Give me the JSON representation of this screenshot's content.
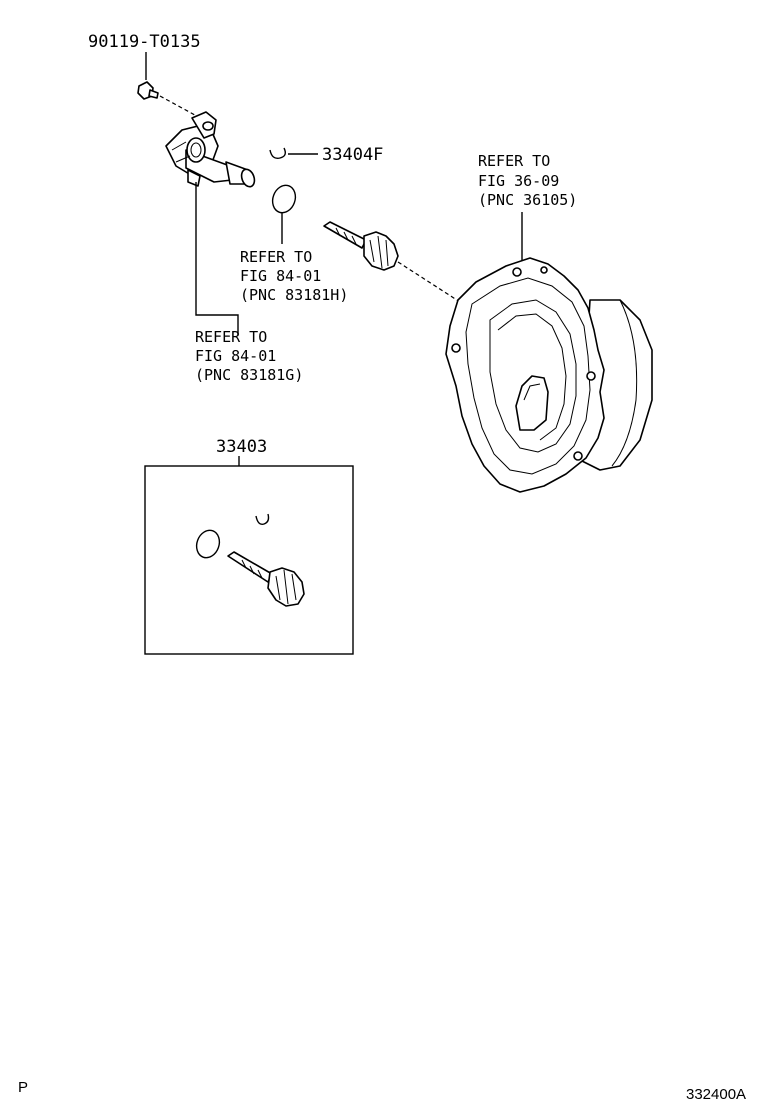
{
  "labels": {
    "bolt": "90119-T0135",
    "clip": "33404F",
    "kit": "33403",
    "refer_housing": [
      "REFER TO",
      "FIG 36-09",
      "(PNC 36105)"
    ],
    "refer_oring": [
      "REFER TO",
      "FIG 84-01",
      "(PNC 83181H)"
    ],
    "refer_sensor": [
      "REFER TO",
      "FIG 84-01",
      "(PNC 83181G)"
    ],
    "corner_left": "P",
    "corner_right": "332400A"
  }
}
